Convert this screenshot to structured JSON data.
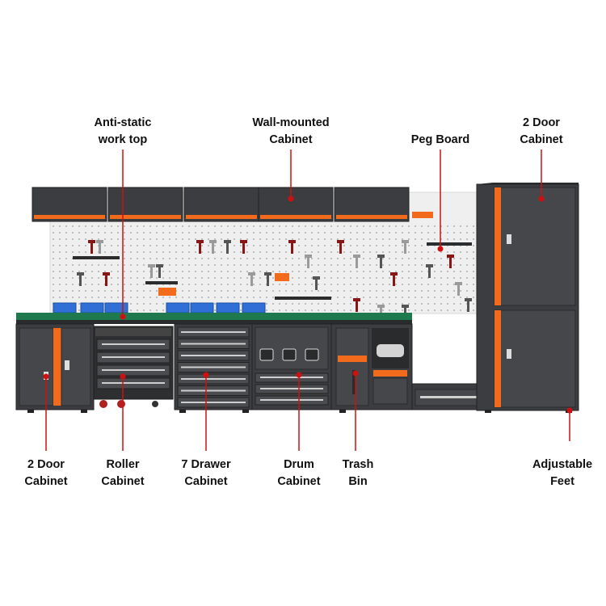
{
  "colors": {
    "cabinet_body": "#3b3d40",
    "cabinet_dark": "#2a2b2d",
    "accent_orange": "#f26a1b",
    "worktop_green": "#1e7a4e",
    "bin_blue": "#2f6fd6",
    "leader_red": "#d01010",
    "pegboard": "#f2f2f2"
  },
  "labels": {
    "antistatic_worktop": [
      "Anti-static",
      "work top"
    ],
    "wall_mounted_cabinet": [
      "Wall-mounted",
      "Cabinet"
    ],
    "peg_board": [
      "Peg Board"
    ],
    "two_door_cabinet_tall": [
      "2 Door",
      "Cabinet"
    ],
    "two_door_cabinet_left": [
      "2 Door",
      "Cabinet"
    ],
    "roller_cabinet": [
      "Roller",
      "Cabinet"
    ],
    "seven_drawer_cabinet": [
      "7 Drawer",
      "Cabinet"
    ],
    "drum_cabinet": [
      "Drum",
      "Cabinet"
    ],
    "trash_bin": [
      "Trash",
      "Bin"
    ],
    "adjustable_feet": [
      "Adjustable",
      "Feet"
    ]
  }
}
